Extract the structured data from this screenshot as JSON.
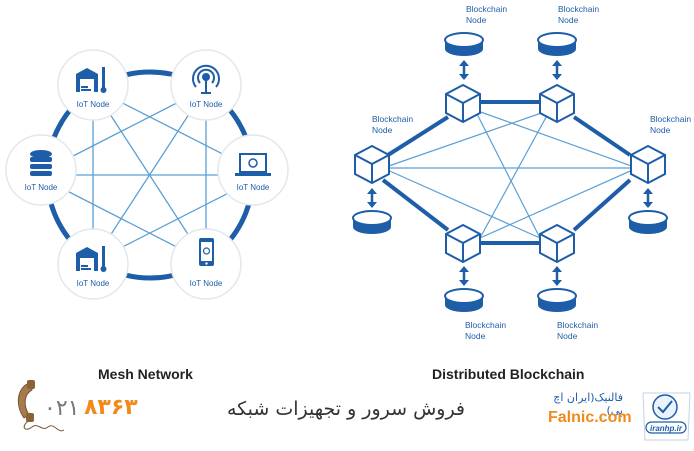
{
  "colors": {
    "primary": "#1e5ea8",
    "link_line": "#5a9fd4",
    "node_border": "#e3e7ec",
    "caption": "#222222",
    "accent_orange": "#f08a1c",
    "phone_grey": "#777777"
  },
  "mesh": {
    "caption": "Mesh Network",
    "nodes": [
      {
        "label": "IoT Node",
        "icon": "warehouse-thermometer-icon"
      },
      {
        "label": "IoT Node",
        "icon": "antenna-icon"
      },
      {
        "label": "IoT Node",
        "icon": "laptop-icon"
      },
      {
        "label": "IoT Node",
        "icon": "smartphone-icon"
      },
      {
        "label": "IoT Node",
        "icon": "warehouse-thermometer-icon"
      },
      {
        "label": "IoT Node",
        "icon": "database-icon"
      }
    ]
  },
  "blockchain": {
    "caption": "Distributed Blockchain",
    "node_label_line1": "Blockchain",
    "node_label_line2": "Node",
    "node_count": 6
  },
  "footer": {
    "phone_prefix": "۰۲۱",
    "phone_number": "۸۳۶۳",
    "slogan": "فروش سرور و تجهیزات شبکه",
    "brand_fa": "فالنیک(ایران اچ پی)",
    "brand_en": "Falnic.com",
    "badge_text": "iranhp.ir"
  }
}
